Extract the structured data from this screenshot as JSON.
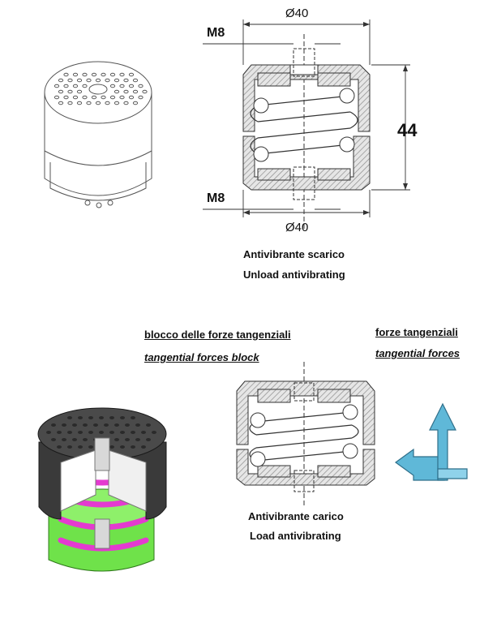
{
  "top": {
    "dim_top": "Ø40",
    "dim_bottom": "Ø40",
    "thread_top": "M8",
    "thread_bottom": "M8",
    "height": "44",
    "caption_it": "Antivibrante scarico",
    "caption_en": "Unload antivibrating"
  },
  "bottom": {
    "block_it": "blocco delle forze tangenziali",
    "block_en": "tangential forces block",
    "forces_it": "forze tangenziali",
    "forces_en": "tangential forces",
    "caption_it": "Antivibrante carico",
    "caption_en": "Load antivibrating"
  },
  "colors": {
    "line": "#333333",
    "hatch": "#9a9a9a",
    "spring": "#e43ad0",
    "base": "#6fe24a",
    "cap": "#3a3a3a",
    "arrow": "#5fb8d8"
  }
}
